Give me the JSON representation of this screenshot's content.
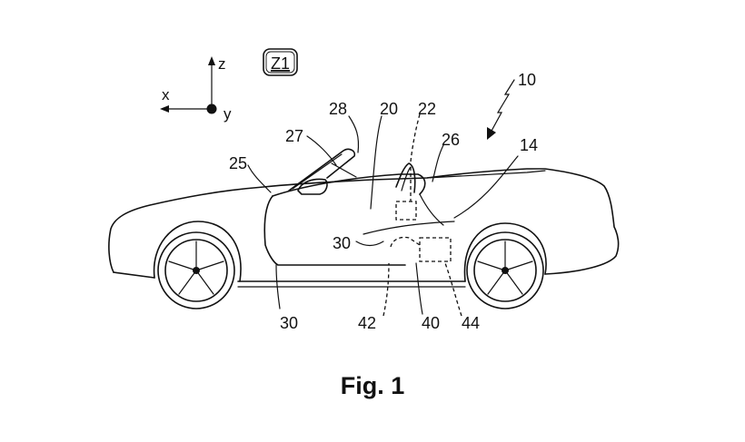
{
  "figure": {
    "caption": "Fig. 1",
    "badge": "Z1",
    "axes": {
      "x": "x",
      "y": "y",
      "z": "z"
    },
    "labels": {
      "l10": "10",
      "l14": "14",
      "l20": "20",
      "l22": "22",
      "l25": "25",
      "l26": "26",
      "l27": "27",
      "l28": "28",
      "l30a": "30",
      "l30b": "30",
      "l40": "40",
      "l42": "42",
      "l44": "44"
    }
  }
}
